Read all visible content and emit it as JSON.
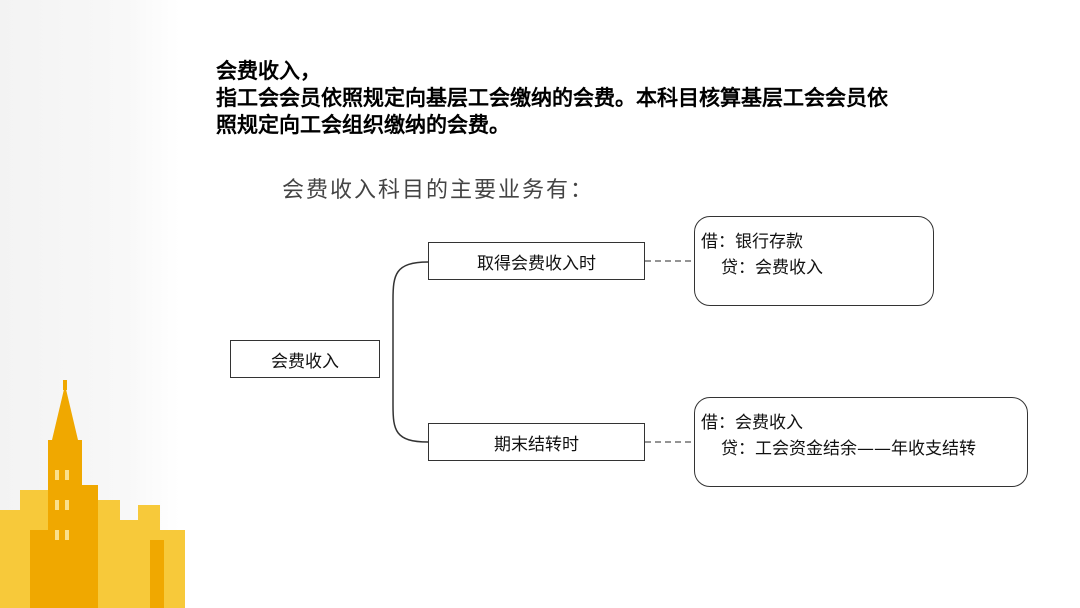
{
  "heading": {
    "line1": "会费收入，",
    "line2": "指工会会员依照规定向基层工会缴纳的会费。本科目核算基层工会会员依",
    "line3": "照规定向工会组织缴纳的会费。"
  },
  "subtitle": "会费收入科目的主要业务有：",
  "diagram": {
    "root": "会费收入",
    "branches": [
      {
        "label": "取得会费收入时",
        "debit": "借：银行存款",
        "credit": "贷：会费收入"
      },
      {
        "label": "期末结转时",
        "debit": "借：会费收入",
        "credit": "贷：工会资金结余——年收支结转"
      }
    ]
  },
  "colors": {
    "skyline_dark": "#f0a800",
    "skyline_light": "#f7c93a",
    "border": "#333333"
  }
}
